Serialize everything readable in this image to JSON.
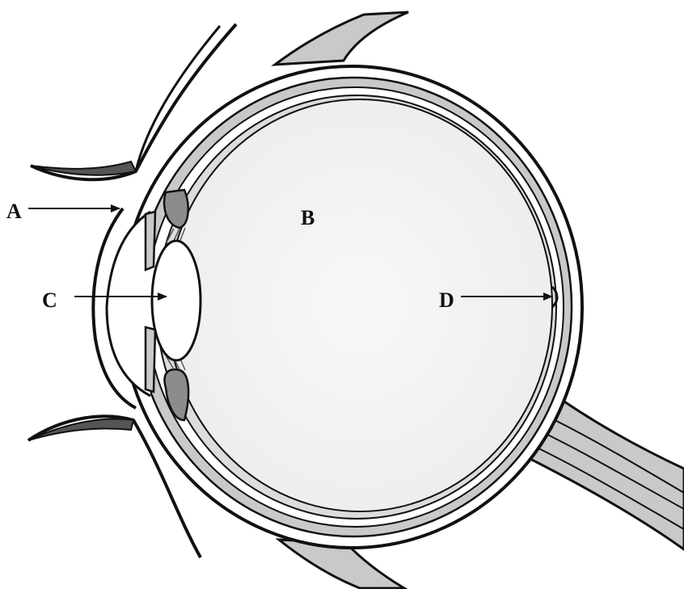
{
  "labels": {
    "a": "A",
    "b": "B",
    "c": "C",
    "d": "D"
  },
  "colors": {
    "background": "#ffffff",
    "outline": "#111111",
    "grey_fill": "#c9c9c9",
    "dark_fill": "#8c8c8c",
    "vitreous": "#f4f4f4",
    "lens": "#ffffff"
  }
}
